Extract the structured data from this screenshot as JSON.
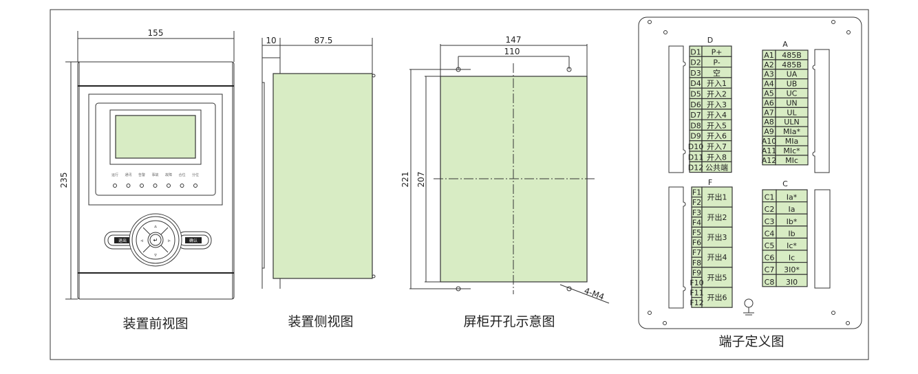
{
  "front_view": {
    "caption": "装置前视图",
    "width_dim": "155",
    "height_dim": "235",
    "leds": [
      "运行",
      "通讯",
      "告警",
      "事故",
      "故障",
      "合位",
      "分位"
    ],
    "left_button": "退出",
    "right_button": "确认"
  },
  "side_view": {
    "caption": "装置侧视图",
    "dim_front": "10",
    "dim_depth": "87.5"
  },
  "cutout": {
    "caption": "屏柜开孔示意图",
    "dim_outer_width": "147",
    "dim_hole_spacing": "110",
    "dim_outer_height": "221",
    "dim_cut_height": "207",
    "screw_label": "4-M4"
  },
  "terminals": {
    "caption": "端子定义图",
    "D": {
      "title": "D",
      "rows": [
        [
          "D1",
          "P+"
        ],
        [
          "D2",
          "P-"
        ],
        [
          "D3",
          "空"
        ],
        [
          "D4",
          "开入1"
        ],
        [
          "D5",
          "开入2"
        ],
        [
          "D6",
          "开入3"
        ],
        [
          "D7",
          "开入4"
        ],
        [
          "D8",
          "开入5"
        ],
        [
          "D9",
          "开入6"
        ],
        [
          "D10",
          "开入7"
        ],
        [
          "D11",
          "开入8"
        ],
        [
          "D12",
          "公共端"
        ]
      ]
    },
    "A": {
      "title": "A",
      "rows": [
        [
          "A1",
          "485B"
        ],
        [
          "A2",
          "485B"
        ],
        [
          "A3",
          "UA"
        ],
        [
          "A4",
          "UB"
        ],
        [
          "A5",
          "UC"
        ],
        [
          "A6",
          "UN"
        ],
        [
          "A7",
          "UL"
        ],
        [
          "A8",
          "ULN"
        ],
        [
          "A9",
          "MIa*"
        ],
        [
          "A10",
          "MIa"
        ],
        [
          "A11",
          "MIc*"
        ],
        [
          "A12",
          "MIc"
        ]
      ]
    },
    "F": {
      "title": "F",
      "groups": [
        [
          "F1",
          "F2",
          "开出1"
        ],
        [
          "F3",
          "F4",
          "开出2"
        ],
        [
          "F5",
          "F6",
          "开出3"
        ],
        [
          "F7",
          "F8",
          "开出4"
        ],
        [
          "F9",
          "F10",
          "开出5"
        ],
        [
          "F11",
          "F12",
          "开出6"
        ]
      ]
    },
    "C": {
      "title": "C",
      "rows": [
        [
          "C1",
          "Ia*"
        ],
        [
          "C2",
          "Ia"
        ],
        [
          "C3",
          "Ib*"
        ],
        [
          "C4",
          "Ib"
        ],
        [
          "C5",
          "Ic*"
        ],
        [
          "C6",
          "Ic"
        ],
        [
          "C7",
          "3I0*"
        ],
        [
          "C8",
          "3I0"
        ]
      ]
    }
  }
}
